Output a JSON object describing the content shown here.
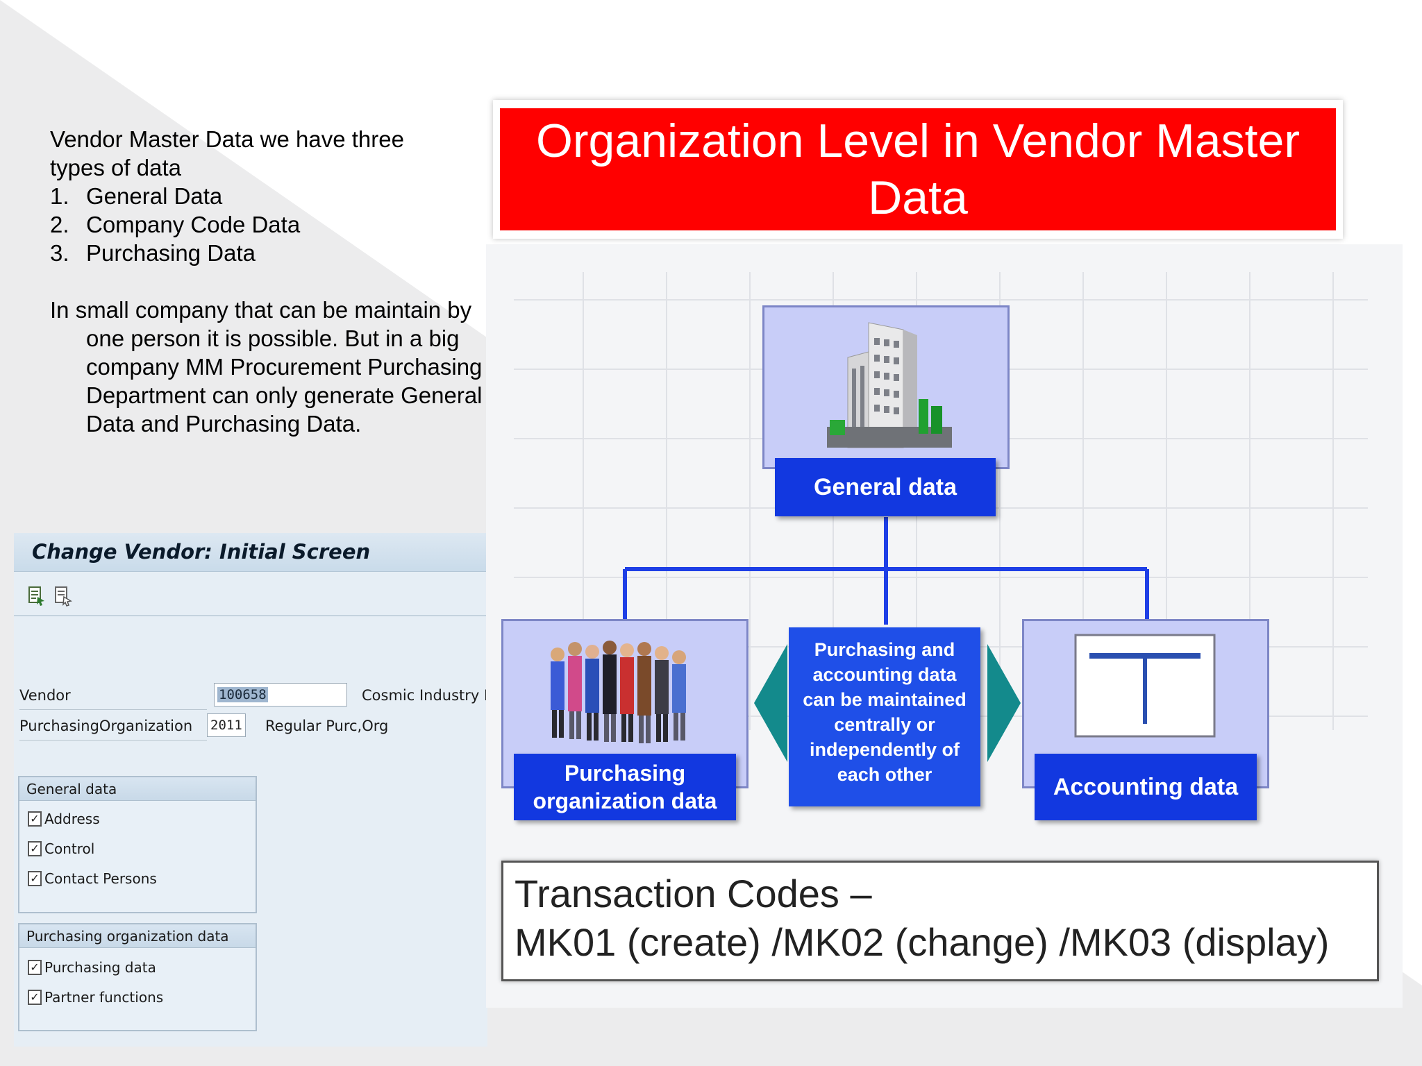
{
  "intro": {
    "heading_line1": "Vendor Master Data we have three",
    "heading_line2": "types of data",
    "list": [
      {
        "num": "1.",
        "text": "General Data"
      },
      {
        "num": "2.",
        "text": "Company Code Data"
      },
      {
        "num": "3.",
        "text": "Purchasing Data"
      }
    ],
    "paragraph": "In small company that can be maintain by one person it is possible. But in a big company MM Procurement Purchasing Department can only generate General Data and Purchasing Data."
  },
  "sap": {
    "title": "Change Vendor:  Initial Screen",
    "vendor_label": "Vendor",
    "vendor_value": "100658",
    "vendor_desc": "Cosmic Industry Ltd",
    "porg_label": "PurchasingOrganization",
    "porg_value": "2011",
    "porg_desc": "Regular Purc,Org",
    "general_group": {
      "title": "General data",
      "items": [
        {
          "label": "Address",
          "checked": true
        },
        {
          "label": "Control",
          "checked": true
        },
        {
          "label": "Contact Persons",
          "checked": true
        }
      ]
    },
    "purch_group": {
      "title": "Purchasing organization data",
      "items": [
        {
          "label": "Purchasing data",
          "checked": true
        },
        {
          "label": "Partner functions",
          "checked": true
        }
      ]
    }
  },
  "diagram": {
    "title": "Organization Level in Vendor Master Data",
    "general_label": "General data",
    "purch_org_label": "Purchasing organization data",
    "center_text": "Purchasing and accounting data can be maintained centrally or independently of each other",
    "accounting_label": "Accounting data",
    "colors": {
      "red": "#ff0000",
      "blue": "#1238e0",
      "lavender": "#c8cdf8",
      "teal": "#138a8c",
      "line_blue": "#1e3fe6"
    }
  },
  "tcodes": {
    "line1": "Transaction Codes –",
    "line2": "MK01 (create) /MK02 (change) /MK03 (display)"
  },
  "icons": [
    "execute-icon",
    "select-icon",
    "checkbox-icon",
    "building-icon",
    "people-icon",
    "ledger-icon",
    "arrow-left-icon",
    "arrow-right-icon"
  ]
}
